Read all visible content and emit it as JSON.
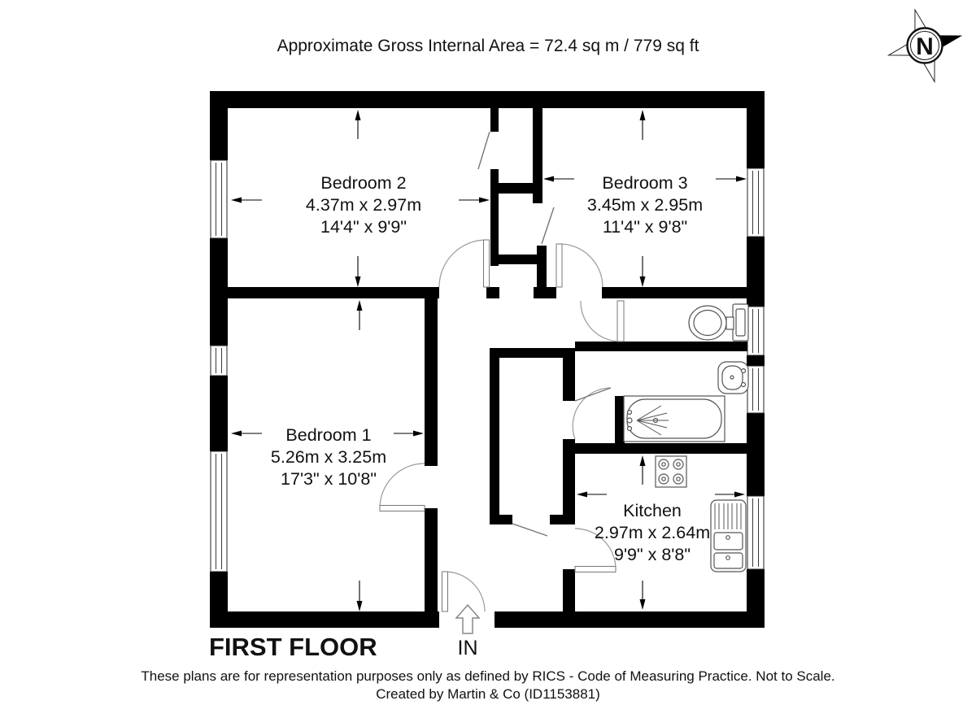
{
  "header": {
    "area_text": "Approximate Gross Internal Area = 72.4 sq m / 779 sq ft"
  },
  "compass": {
    "label": "N"
  },
  "rooms": [
    {
      "name": "Bedroom 2",
      "metric": "4.37m x 2.97m",
      "imperial": "14'4\" x 9'9\""
    },
    {
      "name": "Bedroom 3",
      "metric": "3.45m x 2.95m",
      "imperial": "11'4\" x 9'8\""
    },
    {
      "name": "Bedroom 1",
      "metric": "5.26m x 3.25m",
      "imperial": "17'3\" x 10'8\""
    },
    {
      "name": "Kitchen",
      "metric": "2.97m x 2.64m",
      "imperial": "9'9\" x 8'8\""
    }
  ],
  "floor_label": "FIRST FLOOR",
  "entrance_label": "IN",
  "footer": {
    "line1": "These plans are for representation purposes only as defined by RICS - Code of Measuring Practice. Not to Scale.",
    "line2": "Created by Martin & Co (ID1153881)"
  },
  "colors": {
    "wall": "#000000",
    "fixture_stroke": "#555555",
    "door_arc": "#9a9a9a"
  }
}
